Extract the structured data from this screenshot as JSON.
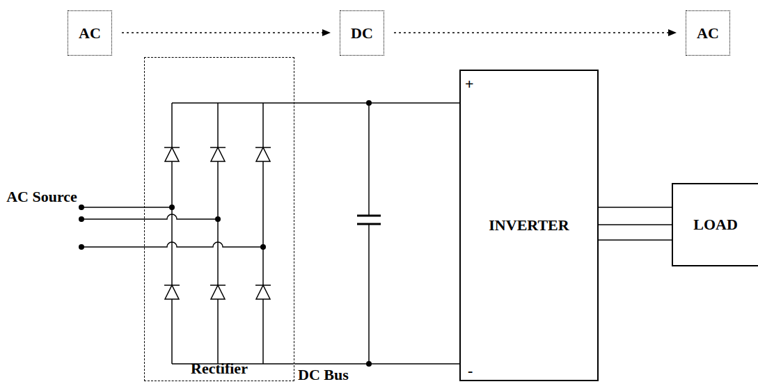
{
  "diagram": {
    "nodes": [
      {
        "text": [
          "AC"
        ]
      },
      {
        "text": [
          "DC"
        ]
      },
      {
        "text": [
          "AC"
        ]
      },
      {
        "text": [
          "Rectifier"
        ]
      },
      {
        "text": [
          "INVERTER"
        ]
      },
      {
        "text": [
          "LOAD"
        ]
      }
    ],
    "edges": [
      {
        "from": 0,
        "to": 1,
        "arrow": "to"
      },
      {
        "from": 1,
        "to": 2,
        "arrow": "to"
      },
      {
        "from": 3,
        "to": 4,
        "arrow": "none"
      },
      {
        "from": 3,
        "to": 4,
        "arrow": "none"
      },
      {
        "from": 4,
        "to": 5,
        "arrow": "none"
      },
      {
        "from": 4,
        "to": 5,
        "arrow": "none"
      },
      {
        "from": 4,
        "to": 5,
        "arrow": "none"
      }
    ],
    "labels": [
      "AC Source",
      "+",
      "-",
      "DC Bus"
    ]
  }
}
